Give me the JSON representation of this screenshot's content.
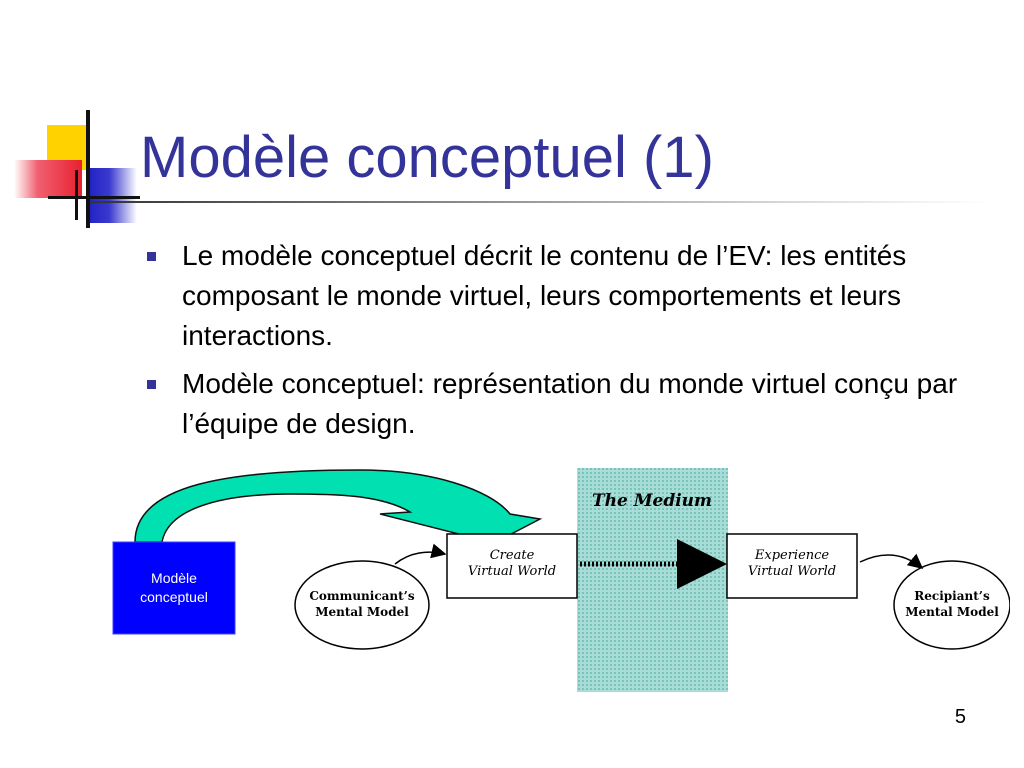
{
  "slide": {
    "title": "Modèle conceptuel (1)",
    "bullets": [
      "Le modèle conceptuel décrit le contenu de l’EV: les entités composant le monde virtuel, leurs comportements et leurs interactions.",
      "Modèle conceptuel: représentation du monde virtuel conçu par l’équipe de design."
    ],
    "page_number": "5"
  },
  "diagram": {
    "concept_box_line1": "Modèle",
    "concept_box_line2": "conceptuel",
    "medium_label": "The Medium",
    "create_line1": "Create",
    "create_line2": "Virtual World",
    "experience_line1": "Experience",
    "experience_line2": "Virtual World",
    "communicant_line1": "Communicant’s",
    "communicant_line2": "Mental Model",
    "recipient_line1": "Recipiant’s",
    "recipient_line2": "Mental Model"
  },
  "colors": {
    "title": "#333399",
    "concept_box": "#0000ff",
    "arrow_fill": "#00e0b0",
    "medium_band": "#9fd5d0"
  }
}
